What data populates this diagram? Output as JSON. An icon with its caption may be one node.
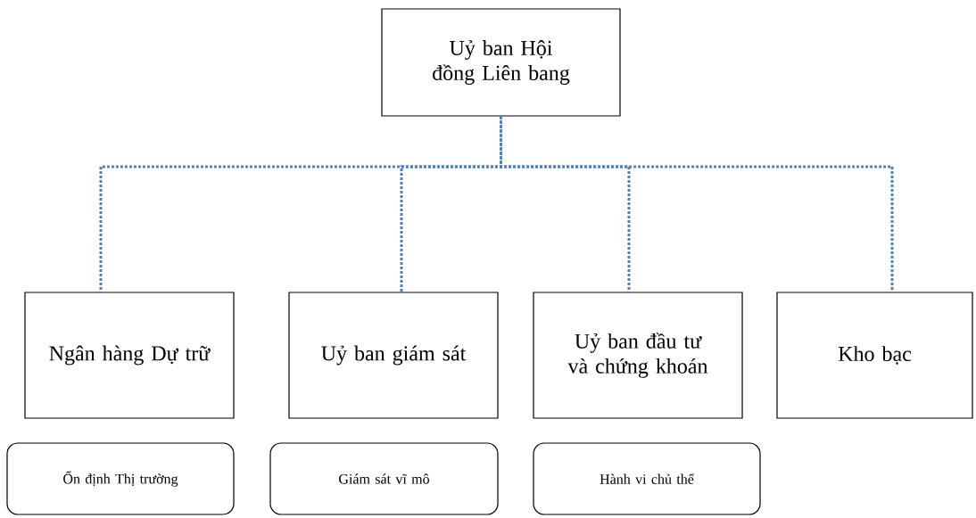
{
  "diagram": {
    "nodes": [
      {
        "text": [
          "Uỷ ban Hội đồng Liên bang"
        ]
      },
      {
        "text": [
          "Ngân hàng Dự trữ"
        ]
      },
      {
        "text": [
          "Uỷ ban giám sát"
        ]
      },
      {
        "text": [
          "Uỷ ban đầu tư và chứng khoán"
        ]
      },
      {
        "text": [
          "Kho bạc"
        ]
      },
      {
        "text": [
          "Ổn định Thị trường"
        ]
      },
      {
        "text": [
          "Giám sát vĩ mô"
        ]
      },
      {
        "text": [
          "Hành vi chủ thể"
        ]
      }
    ],
    "edges": [
      {
        "from": 0,
        "to": 1,
        "arrow": "none",
        "style": "dashed",
        "color": "#4f81bd"
      },
      {
        "from": 0,
        "to": 2,
        "arrow": "none",
        "style": "dashed",
        "color": "#4f81bd"
      },
      {
        "from": 0,
        "to": 3,
        "arrow": "none",
        "style": "dashed",
        "color": "#4f81bd"
      },
      {
        "from": 0,
        "to": 4,
        "arrow": "none",
        "style": "dashed",
        "color": "#4f81bd"
      }
    ]
  }
}
